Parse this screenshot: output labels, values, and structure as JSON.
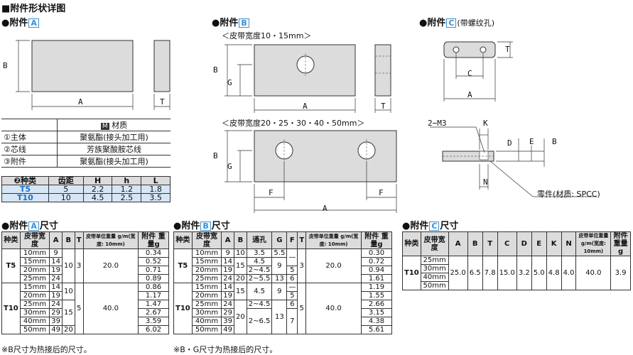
{
  "main_title": "■附件形状详图",
  "sections": {
    "a_prefix": "●附件",
    "a_box": "A",
    "b_prefix": "●附件",
    "b_box": "B",
    "c_prefix": "●附件",
    "c_box": "C",
    "c_suffix": "(带螺纹孔)"
  },
  "drawing_labels": {
    "a_width": "A",
    "a_height": "B",
    "a_thick": "T",
    "b1_caption": "＜皮带宽度10・15mm＞",
    "b2_caption": "＜皮带宽度20・25・30・40・50mm＞",
    "b_A": "A",
    "b_B": "B",
    "b_G": "G",
    "b_T": "T",
    "b_F": "F",
    "c_T": "T",
    "c_C": "C",
    "c_A": "A",
    "c_K": "K",
    "c_D": "D",
    "c_E": "E",
    "c_B": "B",
    "c_N": "N",
    "c_thread": "2−M3",
    "c_part": "零件(材质: SPCC)"
  },
  "material_table": {
    "header_badge": "M",
    "header": "材质",
    "rows": [
      {
        "part": "①主体",
        "material": "聚氨酯(接头加工用)"
      },
      {
        "part": "②芯线",
        "material": "芳族聚酸胺芯线"
      },
      {
        "part": "③附件",
        "material": "聚氨酯(接头加工用)"
      }
    ]
  },
  "pitch_table": {
    "headers": [
      "❷种类",
      "齿距",
      "H",
      "h",
      "L"
    ],
    "rows": [
      [
        "T5",
        "5",
        "2.2",
        "1.2",
        "1.8"
      ],
      [
        "T10",
        "10",
        "4.5",
        "2.5",
        "3.5"
      ]
    ]
  },
  "dim_sections": {
    "a_title_prefix": "●附件",
    "a_title_box": "A",
    "a_title_suffix": "尺寸",
    "b_title_prefix": "●附件",
    "b_title_box": "B",
    "b_title_suffix": "尺寸",
    "c_title_prefix": "●附件",
    "c_title_box": "C",
    "c_title_suffix": "尺寸"
  },
  "table_a": {
    "headers": [
      "种类",
      "皮带宽度",
      "A",
      "B",
      "T",
      "皮带单位重量 g/m(宽度: 10mm)",
      "附件 重量g"
    ],
    "t5_label": "T5",
    "t10_label": "T10",
    "rows": [
      {
        "w": "10mm",
        "A": "9",
        "wt": "0.34"
      },
      {
        "w": "15mm",
        "A": "14",
        "wt": "0.52"
      },
      {
        "w": "20mm",
        "A": "19",
        "wt": "0.71"
      },
      {
        "w": "25mm",
        "A": "24",
        "wt": "0.89"
      },
      {
        "w": "15mm",
        "A": "14",
        "wt": "0.86"
      },
      {
        "w": "20mm",
        "A": "19",
        "wt": "1.17"
      },
      {
        "w": "25mm",
        "A": "24",
        "wt": "1.47"
      },
      {
        "w": "30mm",
        "A": "29",
        "wt": "2.67"
      },
      {
        "w": "40mm",
        "A": "39",
        "wt": "3.59"
      },
      {
        "w": "50mm",
        "A": "49",
        "wt": "6.02"
      }
    ],
    "t5_B": "10",
    "t5_T": "3",
    "t5_unit": "20.0",
    "t10_B1": "10",
    "t10_B2": "15",
    "t10_B3": "20",
    "t10_T": "5",
    "t10_unit": "40.0",
    "note": "※B尺寸为热接后的尺寸。"
  },
  "table_b": {
    "headers": [
      "种类",
      "皮带宽度",
      "A",
      "B",
      "通孔",
      "G",
      "F",
      "T",
      "皮带单位重量 g/m(宽度: 10mm)",
      "附件 重量g"
    ],
    "t5_label": "T5",
    "t10_label": "T10",
    "rows": [
      {
        "w": "10mm",
        "A": "9",
        "wt": "0.30"
      },
      {
        "w": "15mm",
        "A": "14",
        "wt": "0.72"
      },
      {
        "w": "20mm",
        "A": "19",
        "wt": "0.94"
      },
      {
        "w": "25mm",
        "A": "24",
        "wt": "1.61"
      },
      {
        "w": "15mm",
        "A": "14",
        "wt": "1.19"
      },
      {
        "w": "20mm",
        "A": "19",
        "wt": "1.55"
      },
      {
        "w": "25mm",
        "A": "24",
        "wt": "2.66"
      },
      {
        "w": "30mm",
        "A": "29",
        "wt": "3.15"
      },
      {
        "w": "40mm",
        "A": "39",
        "wt": "4.38"
      },
      {
        "w": "50mm",
        "A": "49",
        "wt": "5.61"
      }
    ],
    "t5": {
      "B1": "10",
      "B2": "15",
      "B3": "20",
      "hole1": "3.5",
      "hole2": "4.5",
      "hole3": "2~4.5",
      "hole4": "2~5.5",
      "G1": "5.5",
      "G2": "9",
      "G3": "13",
      "F1": "—",
      "F2": "5",
      "F3": "6",
      "T": "3",
      "unit": "20.0"
    },
    "t10": {
      "B1": "15",
      "B2": "20",
      "hole1": "4.5",
      "hole2": "2~4.5",
      "hole3": "2~6.5",
      "G1": "9",
      "G2": "13",
      "F1": "—",
      "F2": "5",
      "F3": "6",
      "F4": "7",
      "T": "5",
      "unit": "40.0"
    },
    "note": "※B・G尺寸为热接后的尺寸。"
  },
  "table_c": {
    "headers": [
      "种类",
      "皮带宽度",
      "A",
      "B",
      "T",
      "C",
      "D",
      "E",
      "K",
      "N",
      "皮带单位重量 g/m(宽度: 10mm)",
      "附件 重量g"
    ],
    "type": "T10",
    "widths": [
      "25mm",
      "30mm",
      "40mm",
      "50mm"
    ],
    "values": [
      "25.0",
      "6.5",
      "7.8",
      "15.0",
      "3.2",
      "5.0",
      "4.8",
      "4.0",
      "40.0",
      "3.9"
    ]
  }
}
